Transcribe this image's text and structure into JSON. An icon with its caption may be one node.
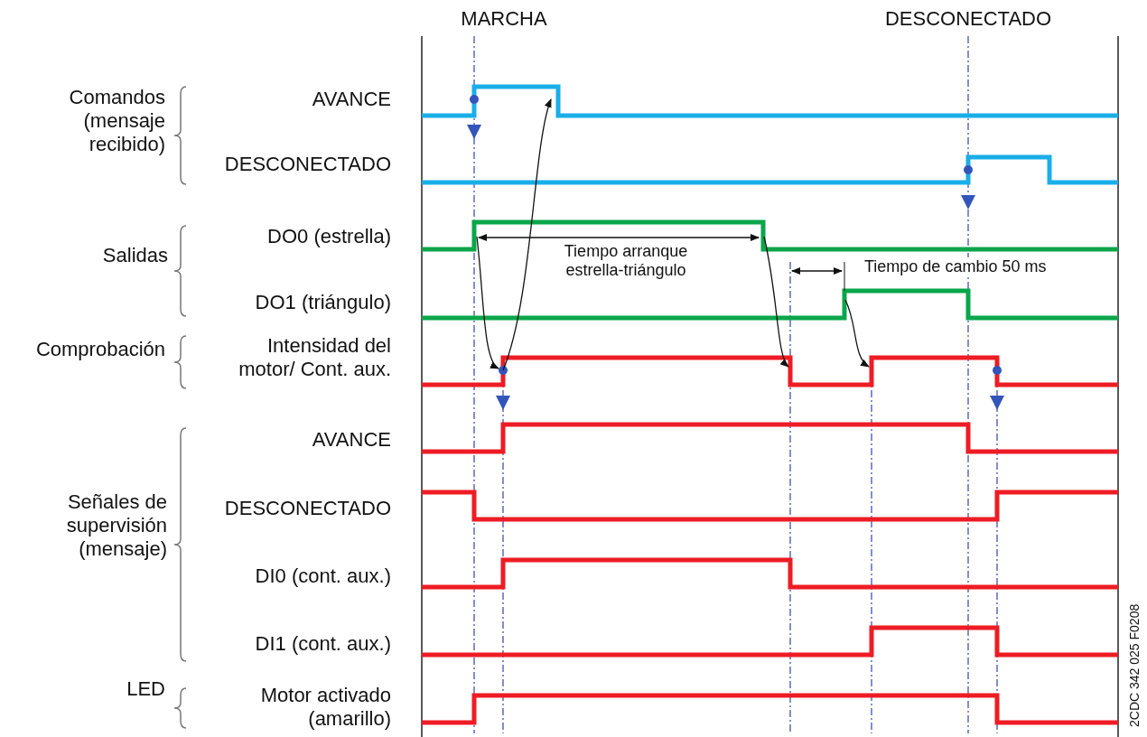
{
  "diagram": {
    "labels": [
      "MARCHA",
      "DESCONECTADO",
      "Comandos (mensaje recibido)",
      "AVANCE",
      "DESCONECTADO",
      "Salidas",
      "DO0 (estrella)",
      "Tiempo arranque estrella-triángulo",
      "Tiempo de cambio 50 ms",
      "DO1 (triángulo)",
      "Comprobación",
      "Intensidad del motor/ Cont. aux.",
      "AVANCE",
      "Señales de supervisión (mensaje)",
      "DESCONECTADO",
      "DI0 (cont. aux.)",
      "DI1 (cont. aux.)",
      "LED",
      "Motor activado (amarillo)",
      "2CDC 342 025 F0208"
    ]
  }
}
